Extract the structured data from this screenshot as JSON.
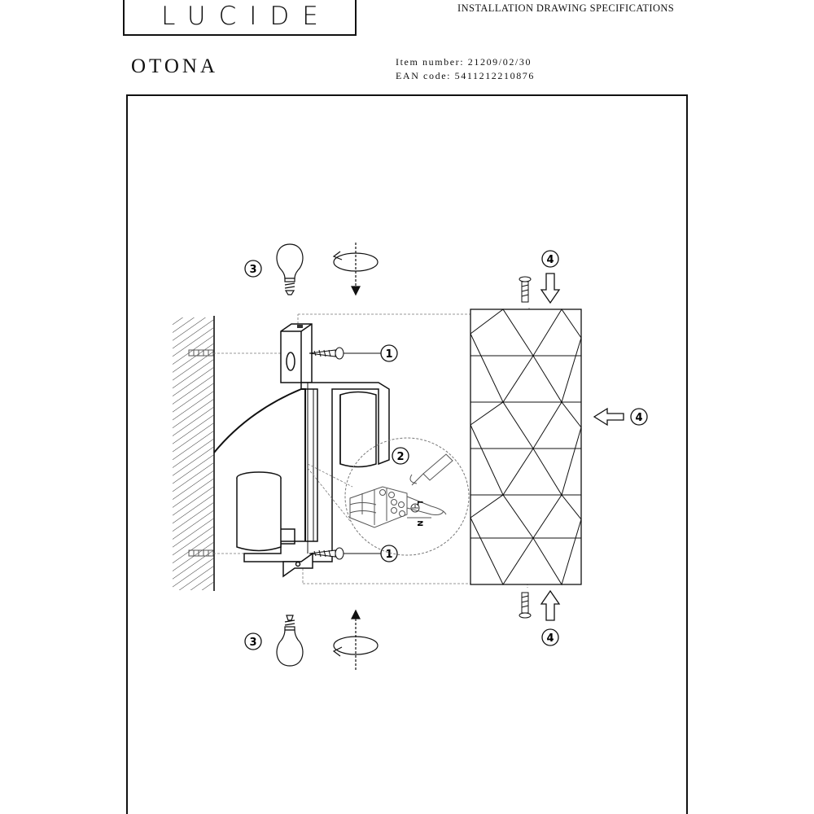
{
  "header": {
    "brand": "LUCIDE",
    "document_title": "INSTALLATION DRAWING SPECIFICATIONS"
  },
  "product": {
    "name": "OTONA",
    "item_number_line": "Item number: 21209/02/30",
    "ean_line": "EAN code: 5411212210876"
  },
  "steps": {
    "mount_upper": "1",
    "mount_lower": "1",
    "wiring": "2",
    "bulb_top": "3",
    "bulb_bottom": "3",
    "shade_top": "4",
    "shade_side": "4",
    "shade_bottom": "4"
  },
  "wiring_labels": {
    "live": "L",
    "neutral": "N"
  },
  "icons": {
    "bulb": "light-bulb-icon",
    "rotate": "rotate-arrow-icon",
    "screw": "screw-icon",
    "arrow": "push-arrow-icon",
    "earth": "earth-symbol-icon"
  }
}
